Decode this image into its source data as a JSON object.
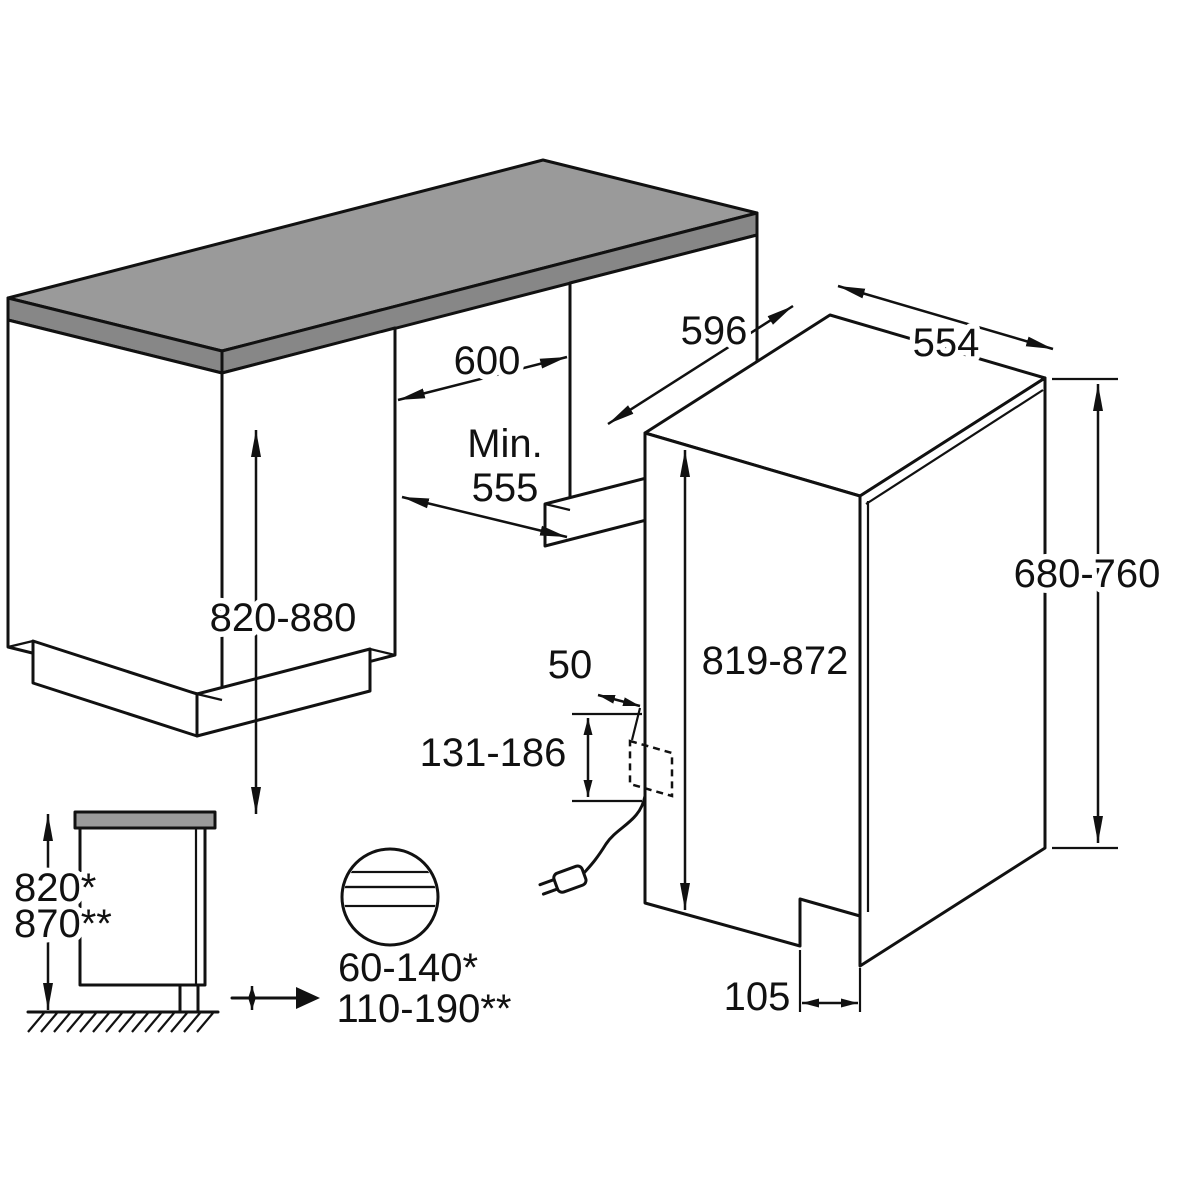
{
  "colors": {
    "line": "#111111",
    "background": "#ffffff",
    "worktop_top": "#9a9a9a",
    "worktop_edge": "#878787",
    "plinth_band": "#8d8d8d"
  },
  "counter": {
    "niche_width": "600",
    "niche_min_depth": [
      "Min.",
      "555"
    ],
    "height": "820-880"
  },
  "dishwasher": {
    "width": "596",
    "depth": "554",
    "door_height": "680-760",
    "height": "819-872",
    "cord_offset": "50",
    "cord_outlet_height": "131-186",
    "toe_kick_depth": "105"
  },
  "side_view": {
    "height_standard": "820*",
    "height_alt": "870**"
  },
  "plinth_detail": {
    "range_standard": "60-140*",
    "range_alt": "110-190**"
  }
}
